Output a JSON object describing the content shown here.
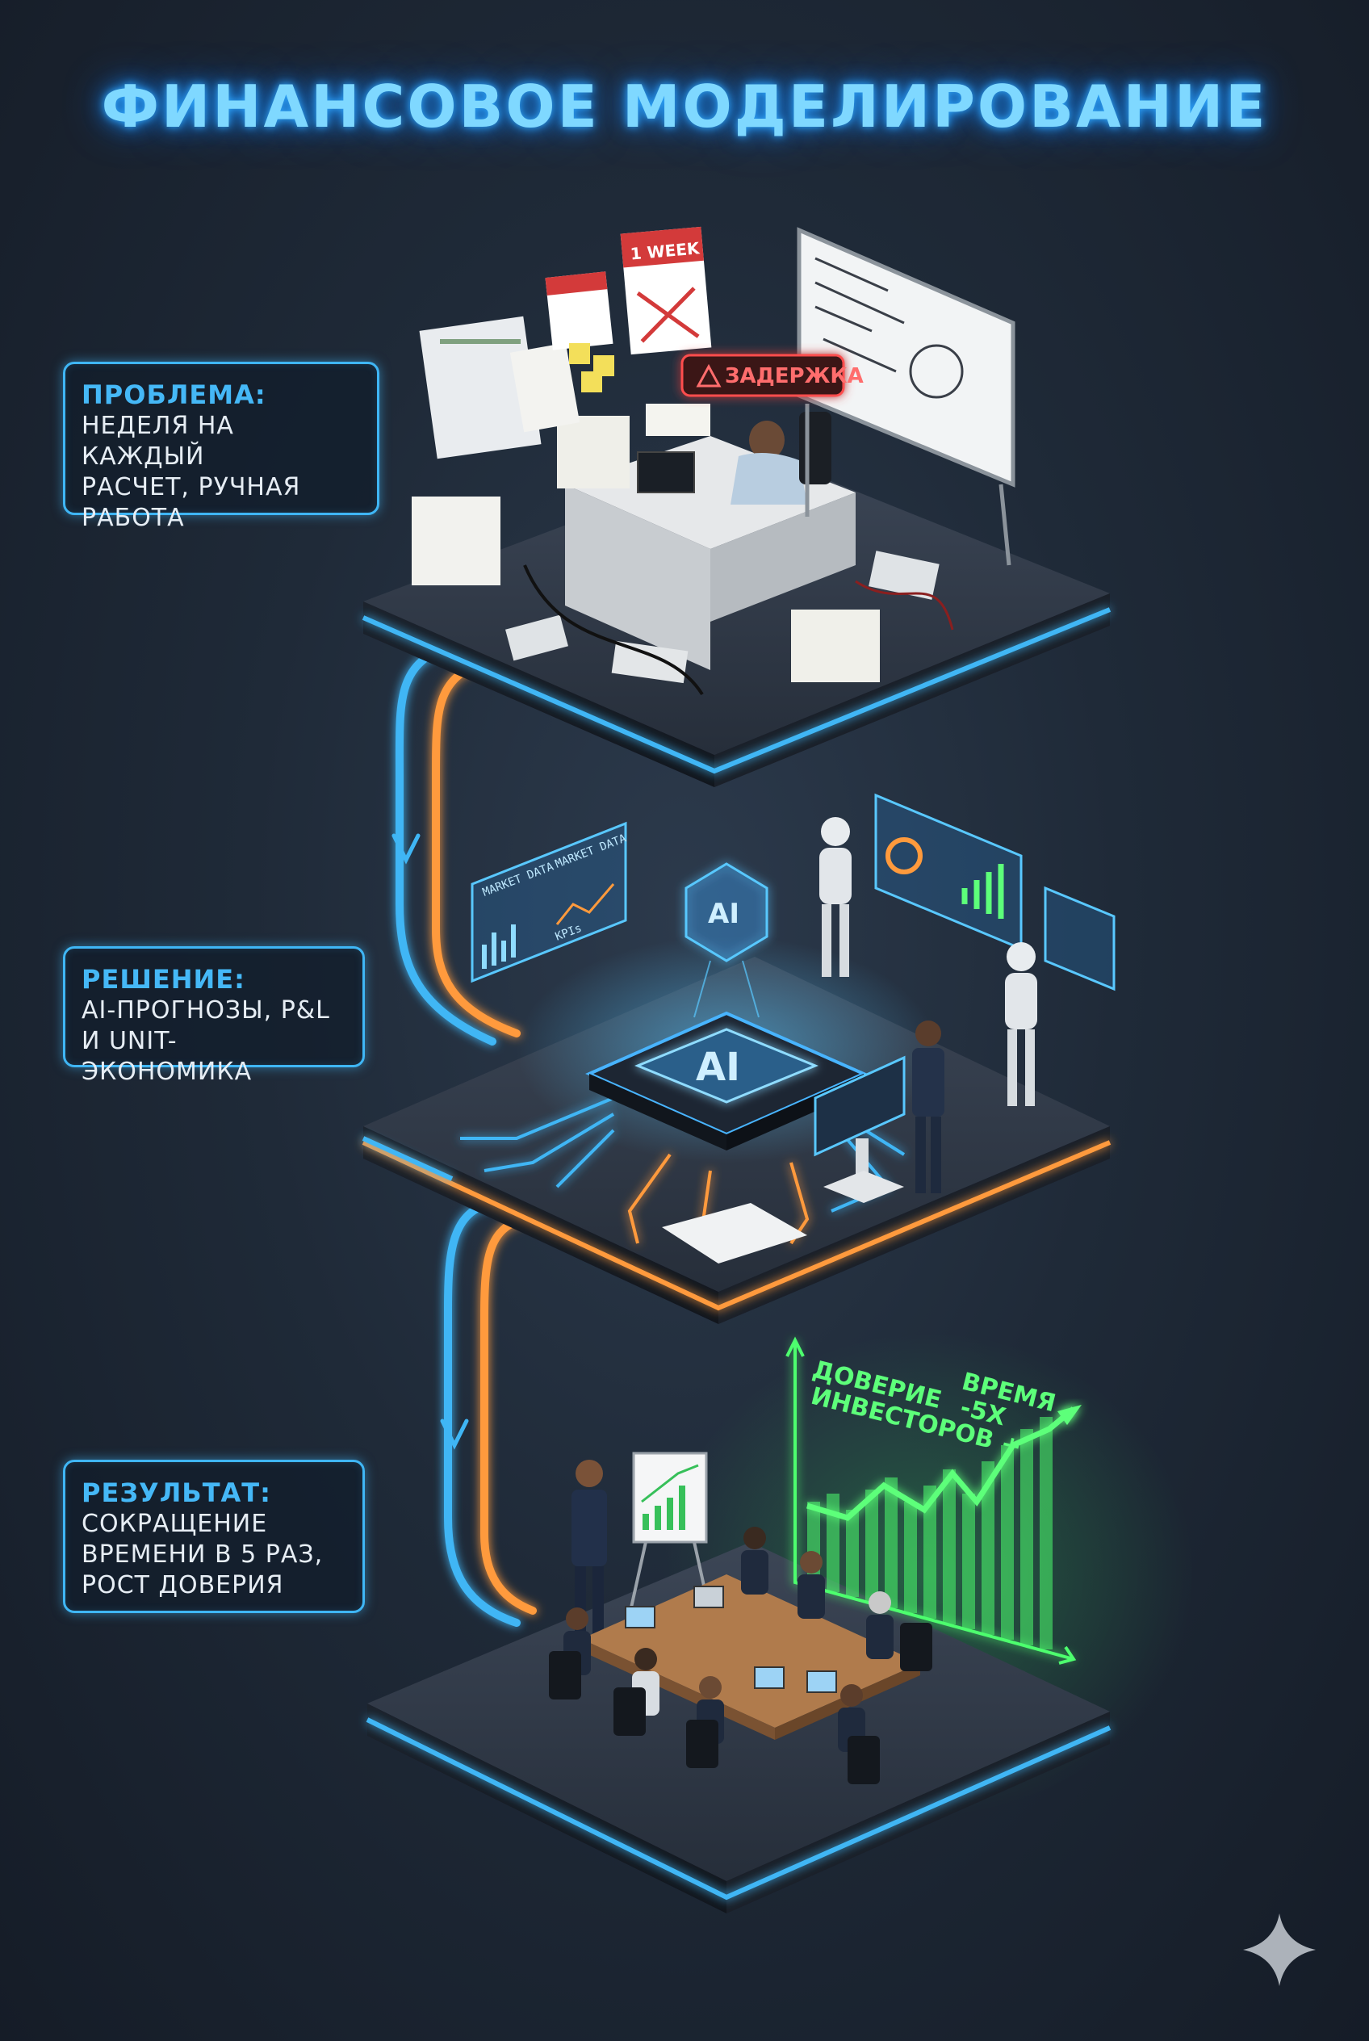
{
  "title": "ФИНАНСОВОЕ МОДЕЛИРОВАНИЕ",
  "steps": [
    {
      "heading": "ПРОБЛЕМА:",
      "text": "НЕДЕЛЯ НА КАЖДЫЙ\nРАСЧЕТ, РУЧНАЯ\nРАБОТА"
    },
    {
      "heading": "РЕШЕНИЕ:",
      "text": "AI-ПРОГНОЗЫ, P&L\nИ UNIT-ЭКОНОМИКА"
    },
    {
      "heading": "РЕЗУЛЬТАТ:",
      "text": "СОКРАЩЕНИЕ\nВРЕМЕНИ В 5 РАЗ,\nРОСТ ДОВЕРИЯ"
    }
  ],
  "scene": {
    "delay_badge": "ЗАДЕРЖКА",
    "calendar_label": "1 WEEK",
    "chip_label": "AI",
    "hub_label": "AI",
    "panel_labels": [
      "MARKET DATA",
      "MARKET DATA",
      "KPIs"
    ],
    "chart_label_trust_line1": "ДОВЕРИЕ",
    "chart_label_trust_line2": "ИНВЕСТОРОВ +",
    "chart_label_time_line1": "ВРЕМЯ",
    "chart_label_time_line2": "-5X"
  },
  "colors": {
    "title_glow": "#2fa8ff",
    "accent_blue": "#3fb6f5",
    "accent_orange": "#ff9a3c",
    "accent_green": "#4dff6e",
    "alert_red": "#ff4d4d"
  }
}
